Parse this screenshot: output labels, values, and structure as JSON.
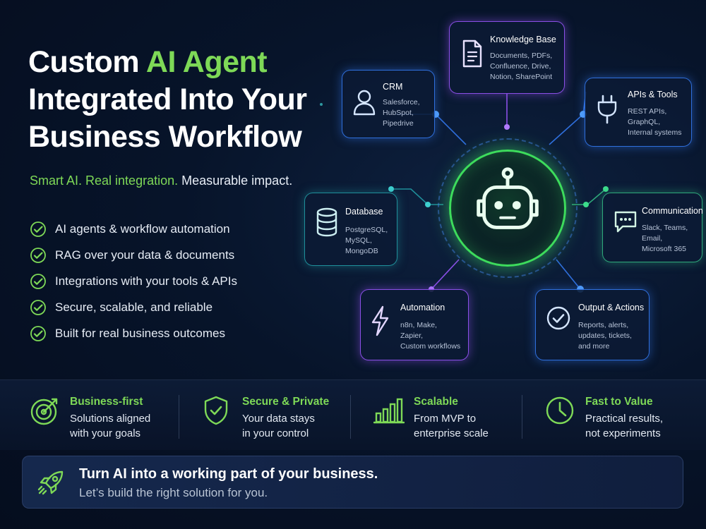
{
  "colors": {
    "accent_green": "#7ed957",
    "hub_green": "#3ddc5c",
    "blue": "#2f6fdc",
    "purple": "#8a4fe6",
    "teal": "#1f8f9a"
  },
  "hero": {
    "title_line1_white": "Custom",
    "title_line1_green": "AI Agent",
    "title_line2": "Integrated Into Your",
    "title_line3": "Business Workflow",
    "tagline_green": "Smart AI. Real integration.",
    "tagline_white": "Measurable impact."
  },
  "features": [
    {
      "label": "AI agents & workflow automation",
      "icon": "check-icon"
    },
    {
      "label": "RAG over your data & documents",
      "icon": "check-icon"
    },
    {
      "label": "Integrations with your tools & APIs",
      "icon": "check-icon"
    },
    {
      "label": "Secure, scalable, and reliable",
      "icon": "check-icon"
    },
    {
      "label": "Built for real business outcomes",
      "icon": "check-icon"
    }
  ],
  "diagram": {
    "hub": {
      "icon": "robot-icon"
    },
    "nodes": {
      "knowledge": {
        "title": "Knowledge Base",
        "icon": "document-icon",
        "lines": [
          "Documents, PDFs,",
          "Confluence, Drive,",
          "Notion, SharePoint"
        ]
      },
      "crm": {
        "title": "CRM",
        "icon": "user-icon",
        "lines": [
          "Salesforce,",
          "HubSpot,",
          "Pipedrive"
        ]
      },
      "apis": {
        "title": "APIs & Tools",
        "icon": "plug-icon",
        "lines": [
          "REST APIs,",
          "GraphQL,",
          "Internal systems"
        ]
      },
      "database": {
        "title": "Database",
        "icon": "database-icon",
        "lines": [
          "PostgreSQL,",
          "MySQL,",
          "MongoDB"
        ]
      },
      "communication": {
        "title": "Communication",
        "icon": "chat-icon",
        "lines": [
          "Slack, Teams,",
          "Email,",
          "Microsoft 365"
        ]
      },
      "automation": {
        "title": "Automation",
        "icon": "lightning-icon",
        "lines": [
          "n8n, Make,",
          "Zapier,",
          "Custom workflows"
        ]
      },
      "output": {
        "title": "Output & Actions",
        "icon": "check-circle-icon",
        "lines": [
          "Reports, alerts,",
          "updates, tickets,",
          "and more"
        ]
      }
    }
  },
  "benefits": [
    {
      "title": "Business-first",
      "lines": [
        "Solutions aligned",
        "with your goals"
      ],
      "icon": "target-icon"
    },
    {
      "title": "Secure & Private",
      "lines": [
        "Your data stays",
        "in your control"
      ],
      "icon": "shield-check-icon"
    },
    {
      "title": "Scalable",
      "lines": [
        "From MVP to",
        "enterprise scale"
      ],
      "icon": "bar-chart-icon"
    },
    {
      "title": "Fast to Value",
      "lines": [
        "Practical results,",
        "not experiments"
      ],
      "icon": "clock-icon"
    }
  ],
  "cta": {
    "title": "Turn AI into a working part of your business.",
    "subtitle": "Let’s build the right solution for you.",
    "icon": "rocket-icon"
  }
}
